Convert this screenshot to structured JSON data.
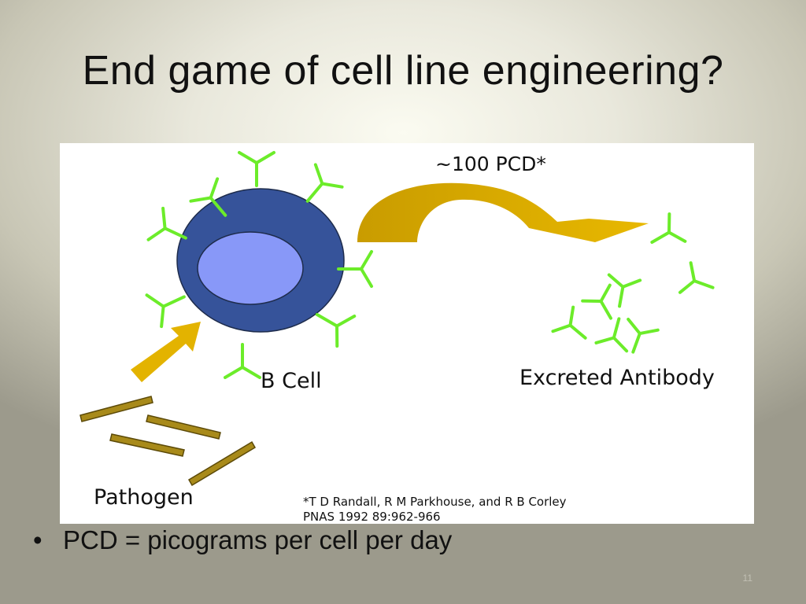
{
  "slide": {
    "title": "End game of cell line engineering?",
    "bullet": "PCD = picograms per cell per day",
    "slide_number": "11"
  },
  "diagram": {
    "rate_label": "~100 PCD*",
    "cell_label": "B Cell",
    "antibody_label": "Excreted Antibody",
    "pathogen_label": "Pathogen",
    "citation_line1": "*T D Randall, R M Parkhouse, and R B Corley",
    "citation_line2": "PNAS 1992 89:962-966"
  },
  "colors": {
    "cell_body": "#36539a",
    "nucleus": "#8898f8",
    "antibody": "#6cec2a",
    "arrow": "#e3b300",
    "pathogen": "#a88a1a"
  }
}
